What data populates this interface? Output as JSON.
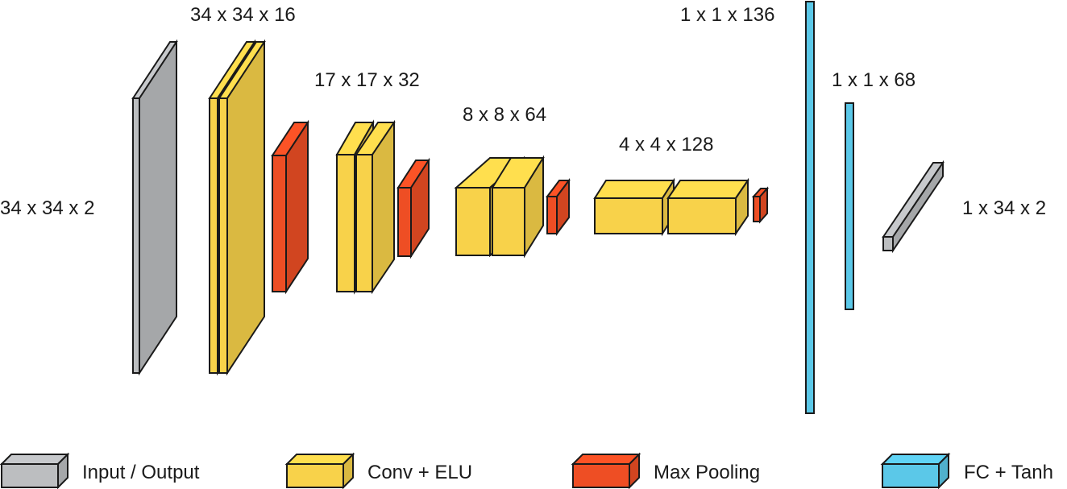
{
  "colors": {
    "input_output": "#BCBEC0",
    "conv_elu": "#F8D24A",
    "max_pooling": "#EE4E24",
    "fc_tanh": "#5BC8E8",
    "outline": "#1a1a1a"
  },
  "layers": [
    {
      "id": "input",
      "label": "34 x 34 x 2",
      "type": "input_output"
    },
    {
      "id": "conv1",
      "label": "34 x 34 x 16",
      "type": "conv_elu"
    },
    {
      "id": "pool1",
      "type": "max_pooling"
    },
    {
      "id": "conv2",
      "label": "17 x 17 x 32",
      "type": "conv_elu"
    },
    {
      "id": "pool2",
      "type": "max_pooling"
    },
    {
      "id": "conv3",
      "label": "8 x 8 x 64",
      "type": "conv_elu"
    },
    {
      "id": "pool3",
      "type": "max_pooling"
    },
    {
      "id": "conv4",
      "label": "4 x 4 x 128",
      "type": "conv_elu"
    },
    {
      "id": "pool4",
      "type": "max_pooling"
    },
    {
      "id": "fc1",
      "label": "1 x 1 x 136",
      "type": "fc_tanh"
    },
    {
      "id": "fc2",
      "label": "1 x 1 x 68",
      "type": "fc_tanh"
    },
    {
      "id": "output",
      "label": "1 x 34 x 2",
      "type": "input_output"
    }
  ],
  "legend": [
    {
      "type": "input_output",
      "label": "Input / Output"
    },
    {
      "type": "conv_elu",
      "label": "Conv + ELU"
    },
    {
      "type": "max_pooling",
      "label": "Max Pooling"
    },
    {
      "type": "fc_tanh",
      "label": "FC + Tanh"
    }
  ]
}
